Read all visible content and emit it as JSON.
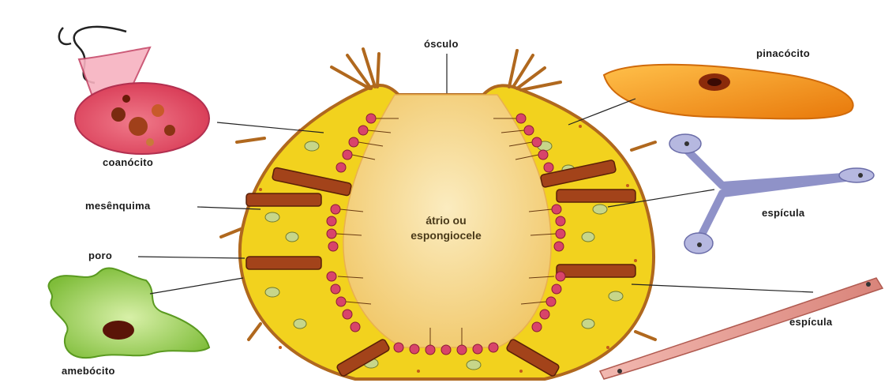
{
  "labels": {
    "osculo": "ósculo",
    "pinacocito": "pinacócito",
    "coanocito": "coanócito",
    "mesenquima": "mesênquima",
    "poro": "poro",
    "amebocito": "amebócito",
    "espicula_1": "espícula",
    "espicula_2": "espícula",
    "atrio_line1": "átrio ou",
    "atrio_line2": "espongiocele"
  },
  "colors": {
    "wall_yellow": "#f2d21e",
    "atrium": "#f7df9a",
    "choanocyte": "#d8446a",
    "pinacocyte": "#f39a1a",
    "amoebocyte": "#8fc94a",
    "spicule": "#8f92c8",
    "outline": "#b0681e"
  }
}
